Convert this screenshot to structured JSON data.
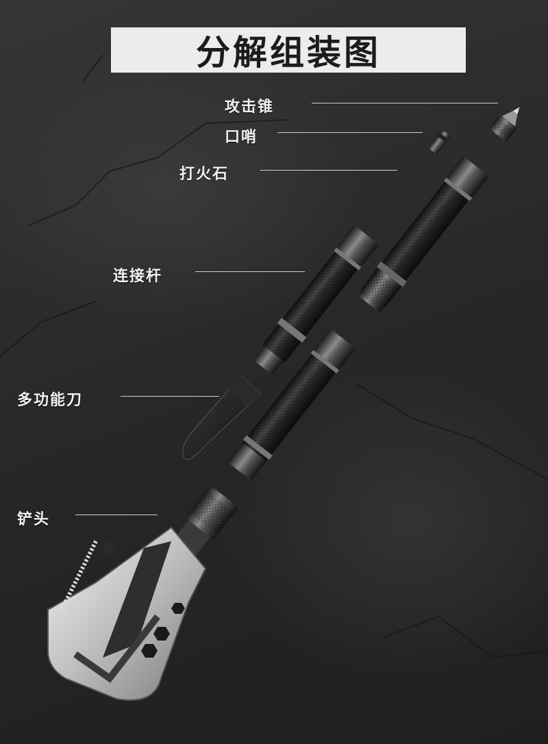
{
  "title": "分解组装图",
  "labels": {
    "attack_cone": "攻击锥",
    "whistle": "口哨",
    "flint": "打火石",
    "connecting_rod": "连接杆",
    "multi_knife": "多功能刀",
    "shovel_head": "铲头"
  }
}
